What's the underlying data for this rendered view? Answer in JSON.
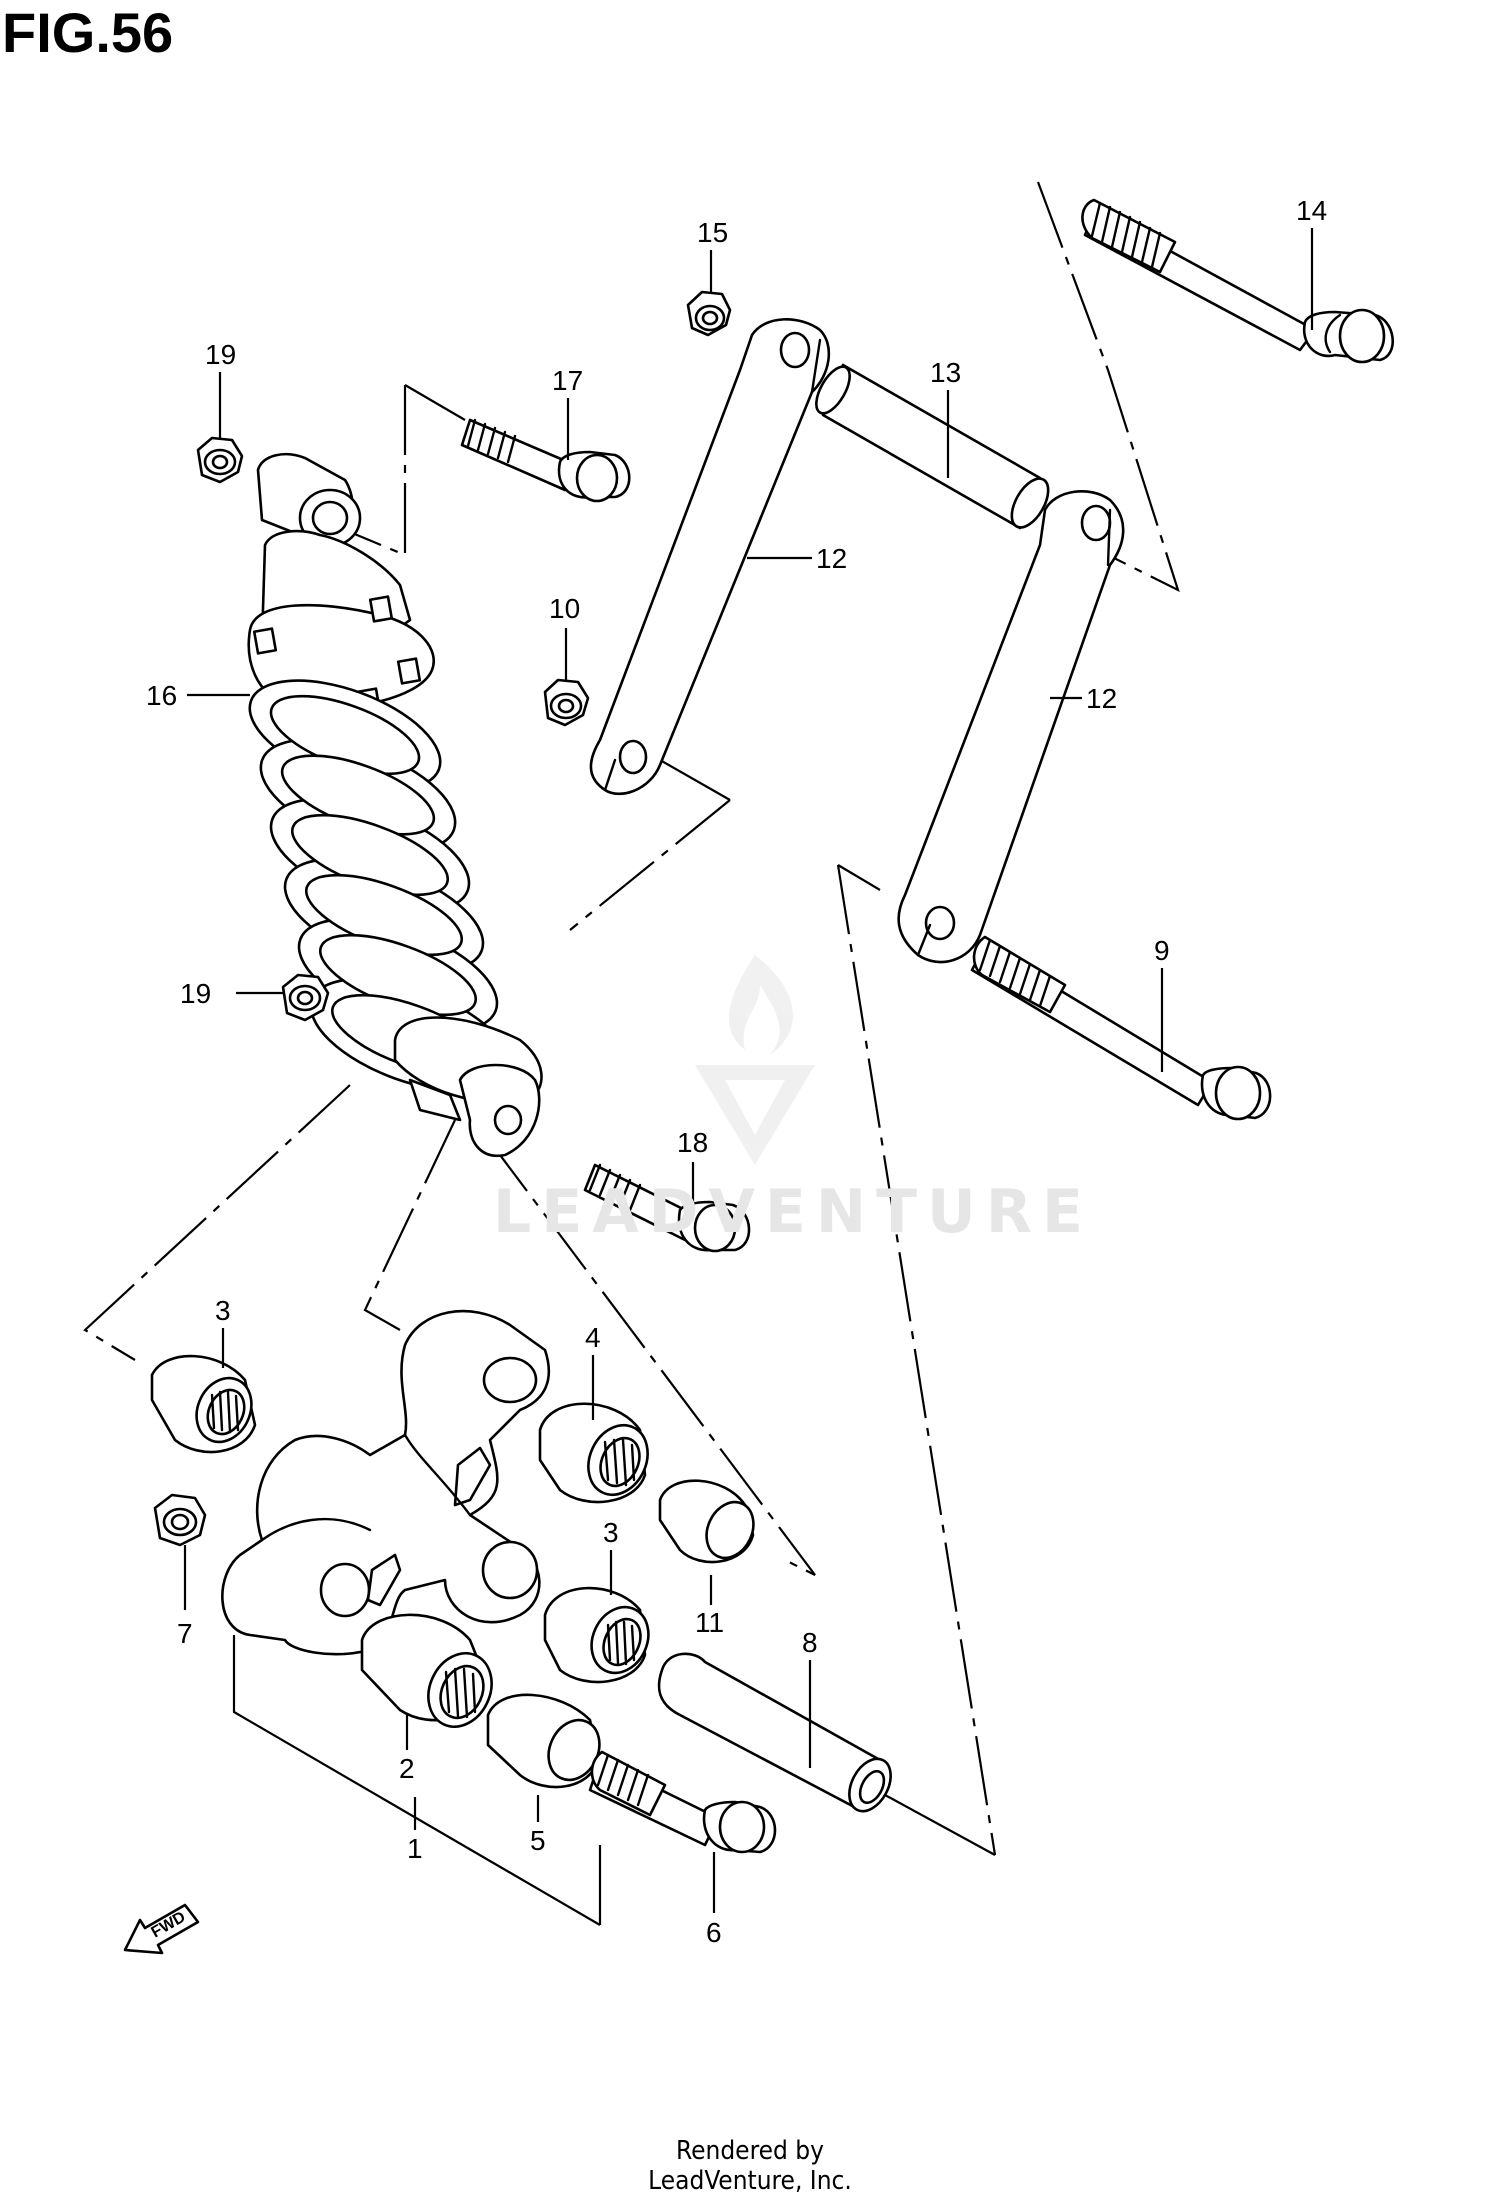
{
  "figure_title": "FIG.56",
  "footer": "Rendered by LeadVenture, Inc.",
  "watermark": "LEADVENTURE",
  "fwd_label": "FWD",
  "callouts": {
    "c1": "1",
    "c2": "2",
    "c3a": "3",
    "c3b": "3",
    "c4": "4",
    "c5": "5",
    "c6": "6",
    "c7": "7",
    "c8": "8",
    "c9": "9",
    "c10": "10",
    "c11": "11",
    "c12a": "12",
    "c12b": "12",
    "c13": "13",
    "c14": "14",
    "c15": "15",
    "c16": "16",
    "c17": "17",
    "c18": "18",
    "c19a": "19",
    "c19b": "19"
  }
}
